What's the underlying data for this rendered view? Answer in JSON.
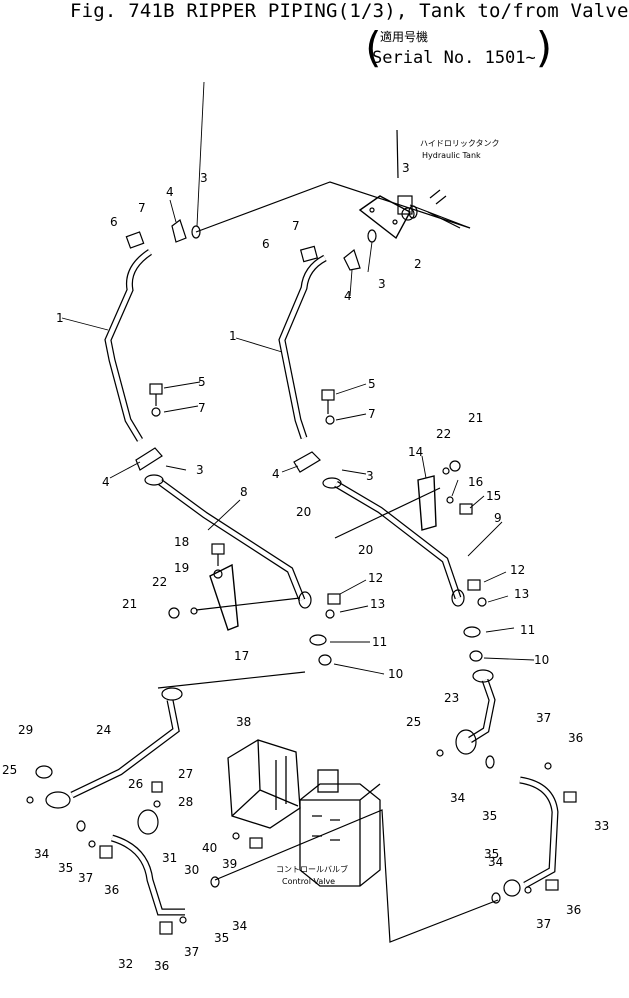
{
  "header": {
    "title": "Fig. 741B RIPPER PIPING(1/3), Tank to/from Valve",
    "applicable_jp": "適用号機",
    "serial": "Serial No. 1501~"
  },
  "annotations": {
    "tank_jp": "ハイドロリックタンク",
    "tank_en": "Hydraulic Tank",
    "valve_jp": "コントロールバルブ",
    "valve_en": "Control Valve"
  },
  "callouts": [
    {
      "id": "c1",
      "text": "1"
    },
    {
      "id": "c2",
      "text": "1"
    },
    {
      "id": "c3",
      "text": "2"
    },
    {
      "id": "c4",
      "text": "3"
    },
    {
      "id": "c5",
      "text": "3"
    },
    {
      "id": "c6",
      "text": "3"
    },
    {
      "id": "c7",
      "text": "3"
    },
    {
      "id": "c8",
      "text": "3"
    },
    {
      "id": "c9",
      "text": "4"
    },
    {
      "id": "c10",
      "text": "4"
    },
    {
      "id": "c11",
      "text": "4"
    },
    {
      "id": "c12",
      "text": "4"
    },
    {
      "id": "c13",
      "text": "5"
    },
    {
      "id": "c14",
      "text": "5"
    },
    {
      "id": "c15",
      "text": "6"
    },
    {
      "id": "c16",
      "text": "6"
    },
    {
      "id": "c17",
      "text": "7"
    },
    {
      "id": "c18",
      "text": "7"
    },
    {
      "id": "c19",
      "text": "7"
    },
    {
      "id": "c20",
      "text": "7"
    },
    {
      "id": "c21",
      "text": "8"
    },
    {
      "id": "c22",
      "text": "9"
    },
    {
      "id": "c23",
      "text": "10"
    },
    {
      "id": "c24",
      "text": "10"
    },
    {
      "id": "c25",
      "text": "11"
    },
    {
      "id": "c26",
      "text": "11"
    },
    {
      "id": "c27",
      "text": "12"
    },
    {
      "id": "c28",
      "text": "12"
    },
    {
      "id": "c29",
      "text": "13"
    },
    {
      "id": "c30",
      "text": "13"
    },
    {
      "id": "c31",
      "text": "14"
    },
    {
      "id": "c32",
      "text": "15"
    },
    {
      "id": "c33",
      "text": "16"
    },
    {
      "id": "c34",
      "text": "17"
    },
    {
      "id": "c35",
      "text": "18"
    },
    {
      "id": "c36",
      "text": "19"
    },
    {
      "id": "c37",
      "text": "20"
    },
    {
      "id": "c38",
      "text": "20"
    },
    {
      "id": "c39",
      "text": "21"
    },
    {
      "id": "c40",
      "text": "21"
    },
    {
      "id": "c41",
      "text": "22"
    },
    {
      "id": "c42",
      "text": "22"
    },
    {
      "id": "c43",
      "text": "23"
    },
    {
      "id": "c44",
      "text": "24"
    },
    {
      "id": "c45",
      "text": "25"
    },
    {
      "id": "c46",
      "text": "25"
    },
    {
      "id": "c47",
      "text": "26"
    },
    {
      "id": "c48",
      "text": "27"
    },
    {
      "id": "c49",
      "text": "28"
    },
    {
      "id": "c50",
      "text": "29"
    },
    {
      "id": "c51",
      "text": "30"
    },
    {
      "id": "c52",
      "text": "31"
    },
    {
      "id": "c53",
      "text": "32"
    },
    {
      "id": "c54",
      "text": "33"
    },
    {
      "id": "c55",
      "text": "34"
    },
    {
      "id": "c56",
      "text": "34"
    },
    {
      "id": "c57",
      "text": "34"
    },
    {
      "id": "c58",
      "text": "34"
    },
    {
      "id": "c59",
      "text": "35"
    },
    {
      "id": "c60",
      "text": "35"
    },
    {
      "id": "c61",
      "text": "35"
    },
    {
      "id": "c62",
      "text": "35"
    },
    {
      "id": "c63",
      "text": "36"
    },
    {
      "id": "c64",
      "text": "36"
    },
    {
      "id": "c65",
      "text": "36"
    },
    {
      "id": "c66",
      "text": "36"
    },
    {
      "id": "c67",
      "text": "37"
    },
    {
      "id": "c68",
      "text": "37"
    },
    {
      "id": "c69",
      "text": "37"
    },
    {
      "id": "c70",
      "text": "37"
    },
    {
      "id": "c71",
      "text": "38"
    },
    {
      "id": "c72",
      "text": "39"
    },
    {
      "id": "c73",
      "text": "40"
    }
  ]
}
